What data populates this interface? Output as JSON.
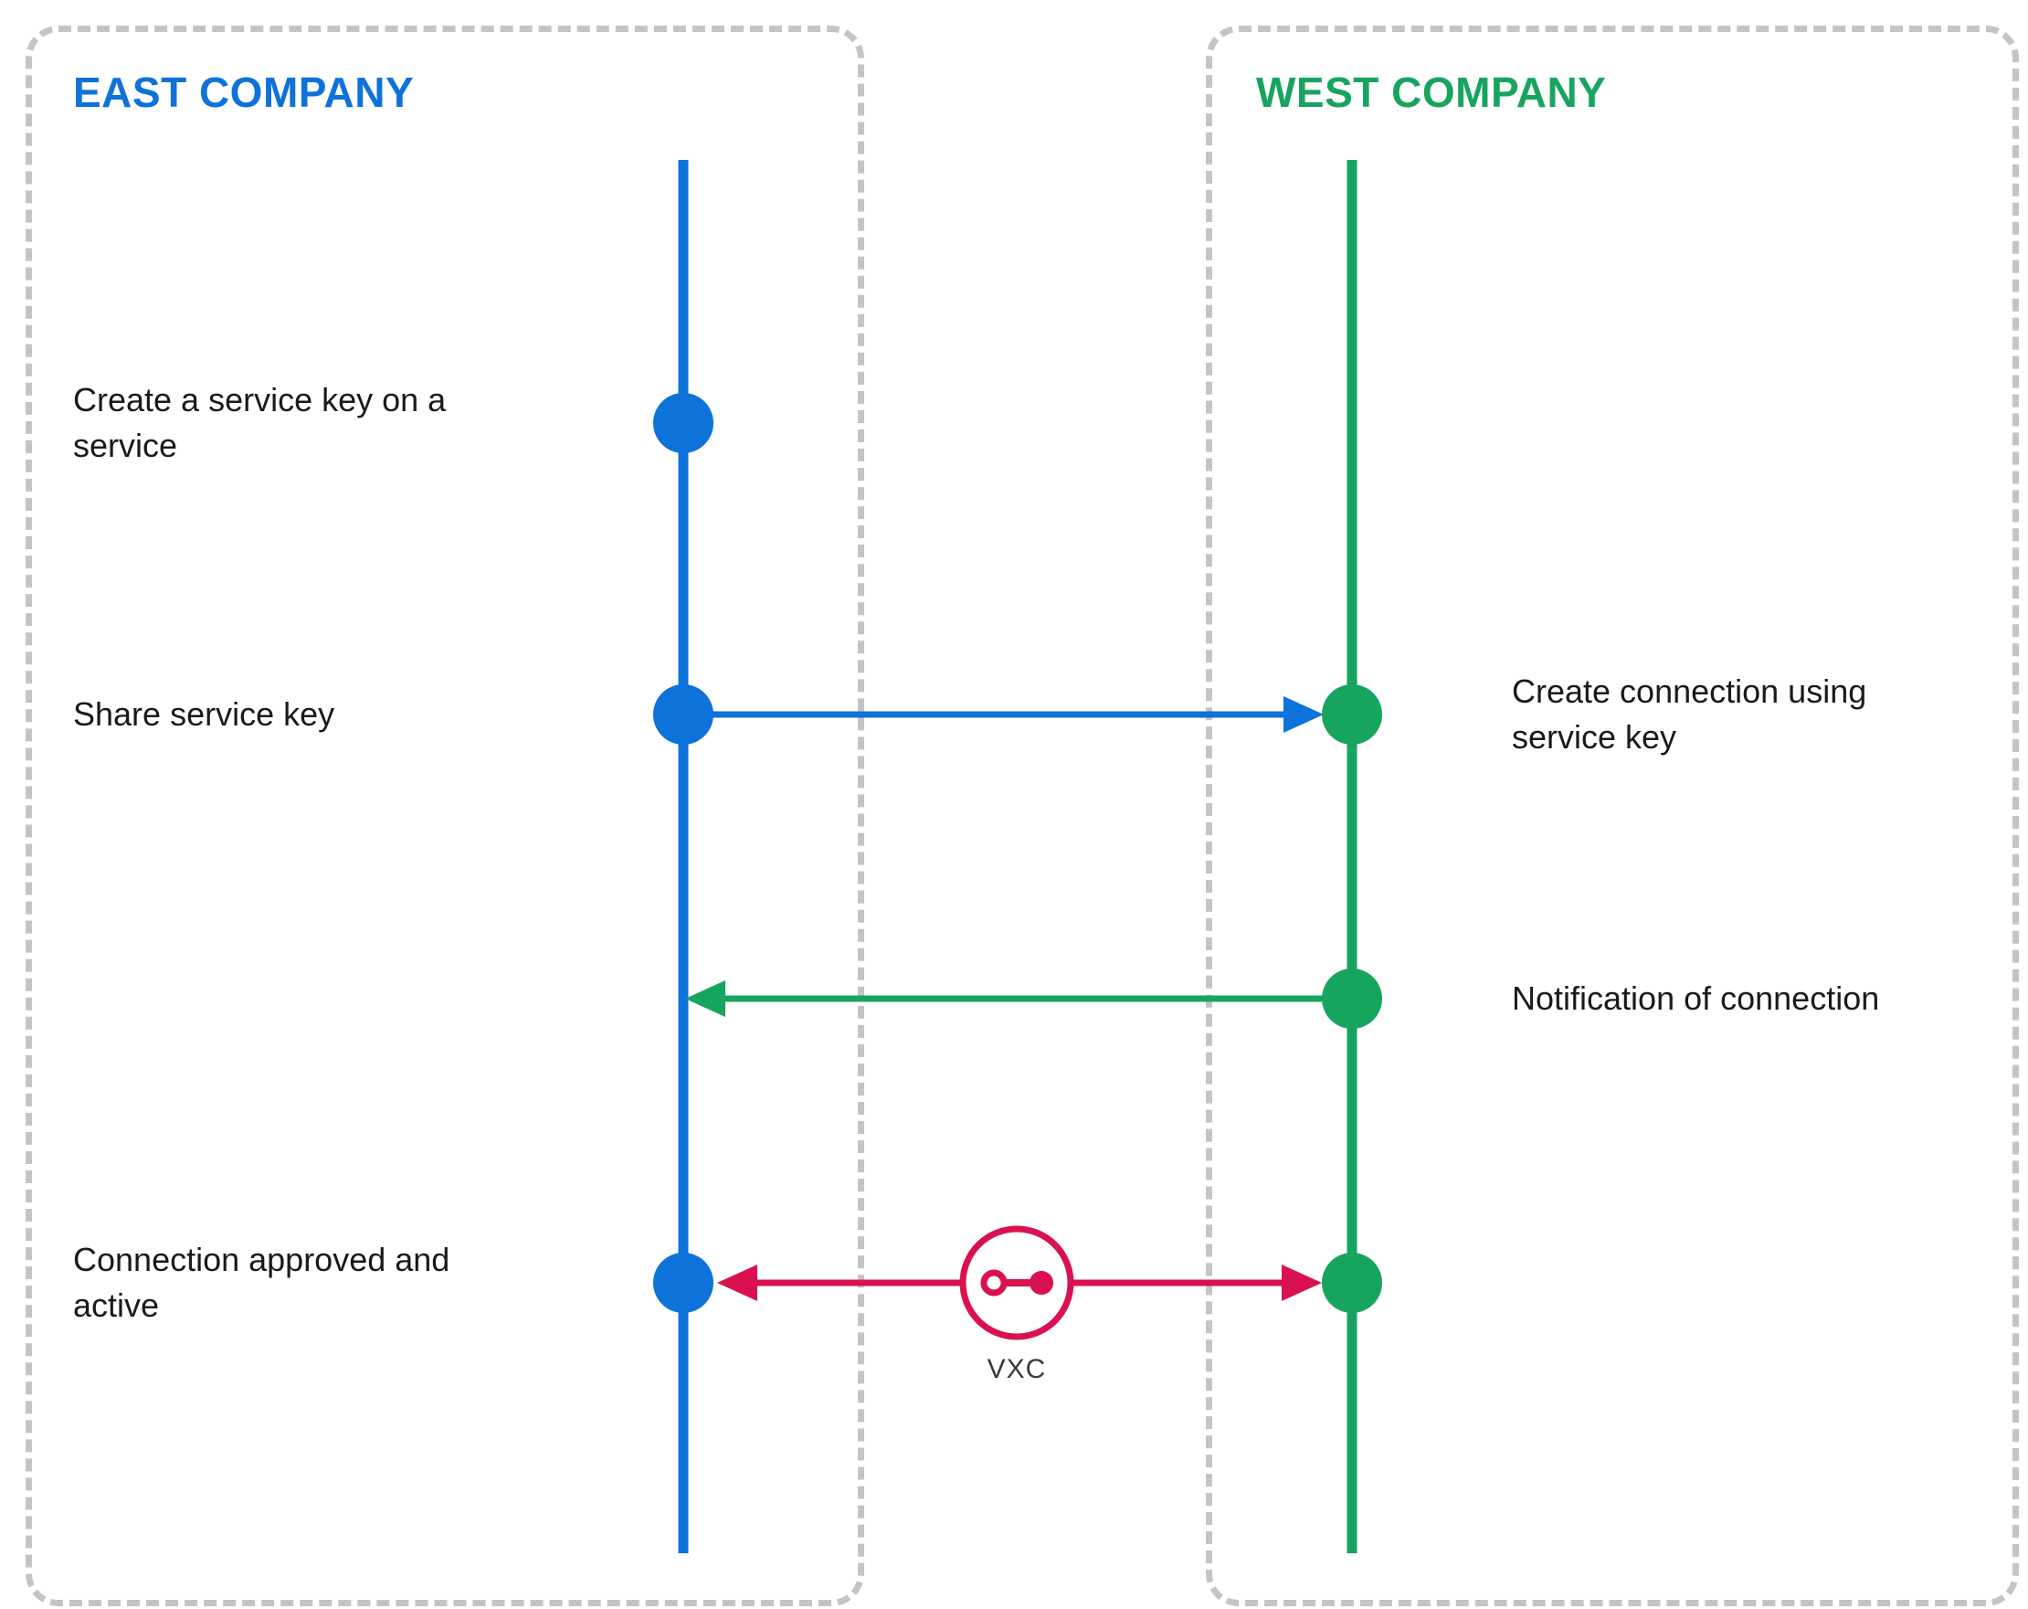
{
  "diagram": {
    "east": {
      "title": "EAST COMPANY",
      "events": [
        {
          "label": "Create a service key on a service"
        },
        {
          "label": "Share service key"
        },
        {
          "label": "Connection approved and active"
        }
      ]
    },
    "west": {
      "title": "WEST COMPANY",
      "events": [
        {
          "label": "Create connection using service key"
        },
        {
          "label": "Notification of connection"
        }
      ]
    },
    "vxc": {
      "label": "VXC"
    },
    "colors": {
      "east_blue": "#0d72d9",
      "west_green": "#17a45f",
      "vxc_red": "#d9114f",
      "panel_border_gray": "#c4c4c4",
      "text_dark": "#1a1a1a"
    }
  }
}
